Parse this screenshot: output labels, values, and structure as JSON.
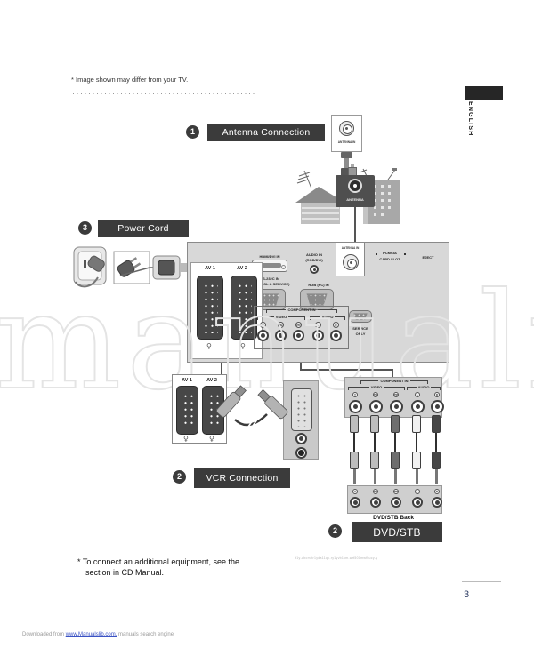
{
  "page": {
    "note": "* Image shown may differ from your TV.",
    "language_tab": "ENGLISH",
    "watermark": "manuali",
    "micro_text": "t1y-abcm-tr1yda11qc-ry1yvb1km-wrt501mwfkucy-y",
    "footnote_line1": "* To connect an additional equipment, see the",
    "footnote_line2": "section in CD Manual.",
    "page_number": "3"
  },
  "sections": {
    "antenna": {
      "num": "1",
      "label": "Antenna Connection"
    },
    "power": {
      "num": "3",
      "label": "Power Cord"
    },
    "vcr": {
      "num": "2",
      "label": "VCR Connection"
    },
    "dvd": {
      "num": "2",
      "label": "DVD/STB"
    }
  },
  "wall_plate": {
    "label": "ANTENNA IN"
  },
  "scene": {
    "antenna_box": "ANTENNA"
  },
  "tv_panel": {
    "av1": "AV 1",
    "av2": "AV 2",
    "hdmi": "HDMI/DVI IN",
    "rs232_1": "RS-232C IN",
    "rs232_2": "(CONTROL & SERVICE)",
    "audio_in_1": "AUDIO IN",
    "audio_in_2": "(RGB/DVI)",
    "rgb": "RGB (PC) IN",
    "antenna_in": "ANTENNA IN",
    "pcmcia_1": "PCMCIA",
    "pcmcia_2": "CARD SLOT",
    "eject": "EJECT",
    "component_in": "COMPONENT IN",
    "video": "VIDEO",
    "audio": "AUDIO",
    "jacks": [
      "Y",
      "PB",
      "PR",
      "L",
      "R"
    ],
    "service_1": "SERVICE",
    "service_2": "ONLY"
  },
  "vcr_box": {
    "av1": "AV 1",
    "av2": "AV 2"
  },
  "dvd_panel": {
    "component_in": "COMPONENT IN",
    "video": "VIDEO",
    "audio": "AUDIO",
    "jacks": [
      "Y",
      "PB",
      "PR",
      "L",
      "R"
    ],
    "back_label": "DVD/STB Back"
  },
  "footer": {
    "pre": "Downloaded from ",
    "link": "www.Manualslib.com,",
    "post": " manuals search engine"
  },
  "colors": {
    "label_box_bg": "#3b3b3b",
    "link_blue": "#3a52c4",
    "page_number_blue": "#2e3d64",
    "panel_gray": "#d8d8d8",
    "watermark_gray": "#e4e4e4"
  }
}
